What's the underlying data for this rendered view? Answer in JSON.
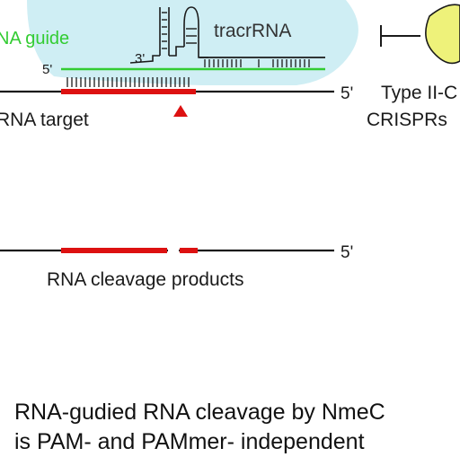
{
  "labels": {
    "guide": "NA guide",
    "tracr": "tracrRNA",
    "three_prime_top": "3'",
    "five_prime_guide": "5'",
    "target": "RNA target",
    "five_prime_target_end": "5'",
    "type_line1": "Type II-C",
    "type_line2": "CRISPRs",
    "five_prime_products_end": "5'",
    "products": "RNA cleavage products",
    "caption_line1": "RNA-gudied RNA cleavage by NmeC",
    "caption_line2": "is PAM- and PAMmer- independent"
  },
  "colors": {
    "guide_green": "#33cc33",
    "target_red": "#dd1111",
    "cas9_yellow": "#eef27a",
    "complex_bg": "#cfeef4",
    "black": "#1a1a1a"
  },
  "icons": {
    "cleavage_marker": "red-triangle",
    "inhibition": "t-bar-arrow",
    "protein": "yellow-protein-blob"
  }
}
